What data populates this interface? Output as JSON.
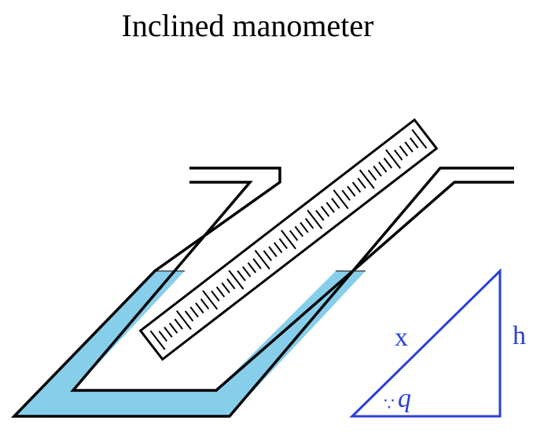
{
  "title": "Inclined manometer",
  "labels": {
    "hypotenuse": "x",
    "height": "h",
    "angle_marker": "∵",
    "angle": "q"
  },
  "colors": {
    "fluid": "#87ceeb",
    "outline": "#000000",
    "triangle": "#2b3fd6",
    "background": "#ffffff"
  }
}
